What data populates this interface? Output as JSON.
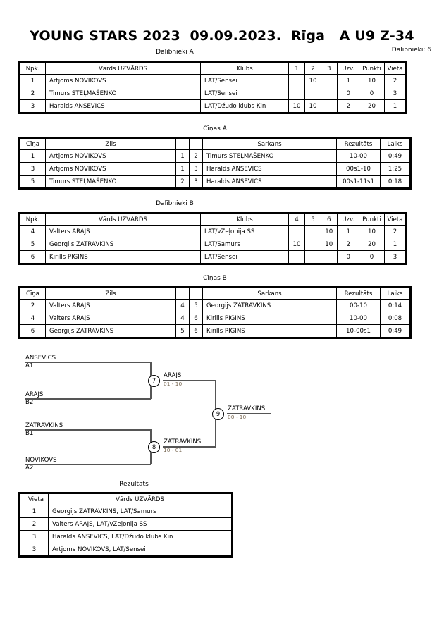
{
  "header": {
    "title": "YOUNG STARS 2023  09.09.2023.  Rīga   A U9 Z-34",
    "participants_label": "Dalībnieki: 6"
  },
  "sections": {
    "group_a_caption": "Dalībnieki A",
    "matches_a_caption": "Cīņas A",
    "group_b_caption": "Dalībnieki B",
    "matches_b_caption": "Cīņas B",
    "results_caption": "Rezultāts"
  },
  "group_a": {
    "columns": [
      "Npk.",
      "Vārds UZVĀRDS",
      "Klubs",
      "1",
      "2",
      "3",
      "Uzv.",
      "Punkti",
      "Vieta"
    ],
    "rows": [
      {
        "npk": "1",
        "name": "Artjoms NOVIKOVS",
        "club": "LAT/Sensei",
        "m1": "",
        "m2": "10",
        "m3": "",
        "uzv": "1",
        "punkti": "10",
        "vieta": "2"
      },
      {
        "npk": "2",
        "name": "Timurs STEĻMAŠENKO",
        "club": "LAT/Sensei",
        "m1": "",
        "m2": "",
        "m3": "",
        "uzv": "0",
        "punkti": "0",
        "vieta": "3"
      },
      {
        "npk": "3",
        "name": "Haralds ANSEVICS",
        "club": "LAT/Džudo klubs Kin",
        "m1": "10",
        "m2": "10",
        "m3": "",
        "uzv": "2",
        "punkti": "20",
        "vieta": "1"
      }
    ]
  },
  "matches_a": {
    "columns": [
      "Cīņa",
      "Zils",
      "",
      "",
      "Sarkans",
      "Rezultāts",
      "Laiks"
    ],
    "rows": [
      {
        "cina": "1",
        "blue": "Artjoms NOVIKOVS",
        "bn": "1",
        "rn": "2",
        "red": "Timurs STEĻMAŠENKO",
        "result": "10-00",
        "time": "0:49"
      },
      {
        "cina": "3",
        "blue": "Artjoms NOVIKOVS",
        "bn": "1",
        "rn": "3",
        "red": "Haralds ANSEVICS",
        "result": "00s1-10",
        "time": "1:25"
      },
      {
        "cina": "5",
        "blue": "Timurs STEĻMAŠENKO",
        "bn": "2",
        "rn": "3",
        "red": "Haralds ANSEVICS",
        "result": "00s1-11s1",
        "time": "0:18"
      }
    ]
  },
  "group_b": {
    "columns": [
      "Npk.",
      "Vārds UZVĀRDS",
      "Klubs",
      "4",
      "5",
      "6",
      "Uzv.",
      "Punkti",
      "Vieta"
    ],
    "rows": [
      {
        "npk": "4",
        "name": "Valters ARAJS",
        "club": "LAT/vZeļonija SS",
        "m4": "",
        "m5": "",
        "m6": "10",
        "uzv": "1",
        "punkti": "10",
        "vieta": "2"
      },
      {
        "npk": "5",
        "name": "Georgijs ZATRAVKINS",
        "club": "LAT/Samurs",
        "m4": "10",
        "m5": "",
        "m6": "10",
        "uzv": "2",
        "punkti": "20",
        "vieta": "1"
      },
      {
        "npk": "6",
        "name": "Kirills PIGINS",
        "club": "LAT/Sensei",
        "m4": "",
        "m5": "",
        "m6": "",
        "uzv": "0",
        "punkti": "0",
        "vieta": "3"
      }
    ]
  },
  "matches_b": {
    "columns": [
      "Cīņa",
      "Zils",
      "",
      "",
      "Sarkans",
      "Rezultāts",
      "Laiks"
    ],
    "rows": [
      {
        "cina": "2",
        "blue": "Valters ARAJS",
        "bn": "4",
        "rn": "5",
        "red": "Georgijs ZATRAVKINS",
        "result": "00-10",
        "time": "0:14"
      },
      {
        "cina": "4",
        "blue": "Valters ARAJS",
        "bn": "4",
        "rn": "6",
        "red": "Kirills PIGINS",
        "result": "10-00",
        "time": "0:08"
      },
      {
        "cina": "6",
        "blue": "Georgijs ZATRAVKINS",
        "bn": "5",
        "rn": "6",
        "red": "Kirills PIGINS",
        "result": "10-00s1",
        "time": "0:49"
      }
    ]
  },
  "bracket": {
    "entries": [
      {
        "name": "ANSEVICS",
        "seed": "A1"
      },
      {
        "name": "ARAJS",
        "seed": "B2"
      },
      {
        "name": "ZATRAVKINS",
        "seed": "B1"
      },
      {
        "name": "NOVIKOVS",
        "seed": "A2"
      }
    ],
    "nodes": [
      {
        "num": "7",
        "winner": "ARAJS",
        "score": "01 - 10"
      },
      {
        "num": "8",
        "winner": "ZATRAVKINS",
        "score": "10 - 01"
      },
      {
        "num": "9",
        "winner": "ZATRAVKINS",
        "score": "00 - 10"
      }
    ]
  },
  "results": {
    "columns": [
      "Vieta",
      "Vārds UZVĀRDS"
    ],
    "rows": [
      {
        "place": "1",
        "name": "Georgijs ZATRAVKINS, LAT/Samurs"
      },
      {
        "place": "2",
        "name": "Valters ARAJS, LAT/vZeļonija SS"
      },
      {
        "place": "3",
        "name": "Haralds ANSEVICS, LAT/Džudo klubs Kin"
      },
      {
        "place": "3",
        "name": "Artjoms NOVIKOVS, LAT/Sensei"
      }
    ]
  }
}
